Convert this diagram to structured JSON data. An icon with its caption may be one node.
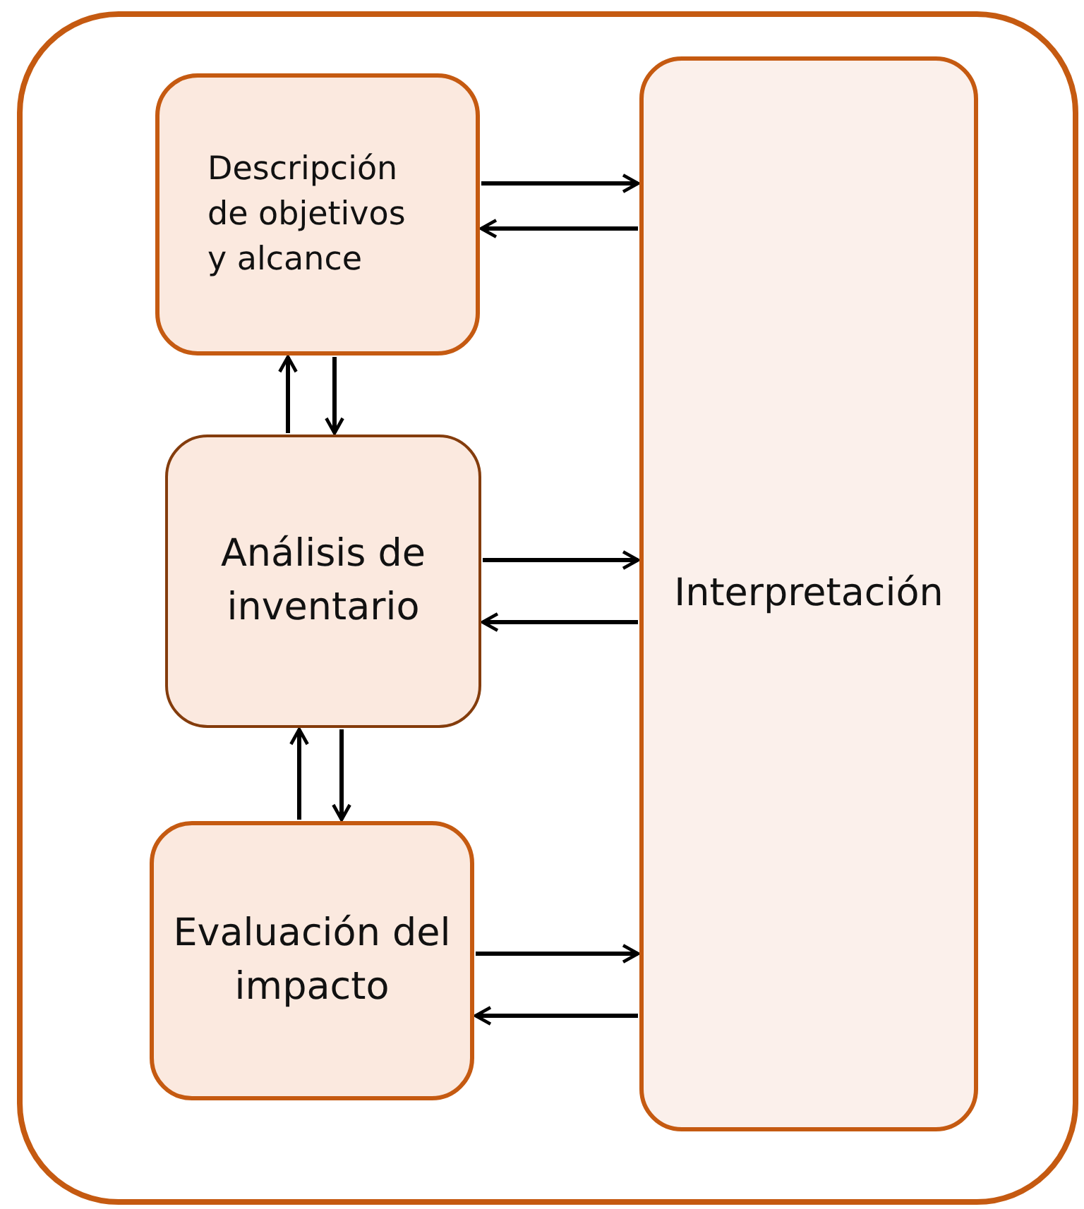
{
  "diagram": {
    "nodes": [
      {
        "text": [],
        "shape": "box"
      },
      {
        "text": [
          "Descripción de objetivos y alcance"
        ],
        "in": 0
      },
      {
        "text": [
          "Análisis de inventario"
        ],
        "in": 0
      },
      {
        "text": [
          "Evaluación del impacto"
        ],
        "in": 0
      },
      {
        "text": [
          "Interpretación"
        ],
        "in": 0
      }
    ],
    "edges": [
      {
        "from": 1,
        "to": 4,
        "arrow": "to"
      },
      {
        "from": 4,
        "to": 1,
        "arrow": "to"
      },
      {
        "from": 2,
        "to": 1,
        "arrow": "to"
      },
      {
        "from": 1,
        "to": 2,
        "arrow": "to"
      },
      {
        "from": 2,
        "to": 4,
        "arrow": "to"
      },
      {
        "from": 4,
        "to": 2,
        "arrow": "to"
      },
      {
        "from": 3,
        "to": 2,
        "arrow": "to"
      },
      {
        "from": 2,
        "to": 3,
        "arrow": "to"
      },
      {
        "from": 3,
        "to": 4,
        "arrow": "to"
      },
      {
        "from": 4,
        "to": 3,
        "arrow": "to"
      }
    ]
  }
}
